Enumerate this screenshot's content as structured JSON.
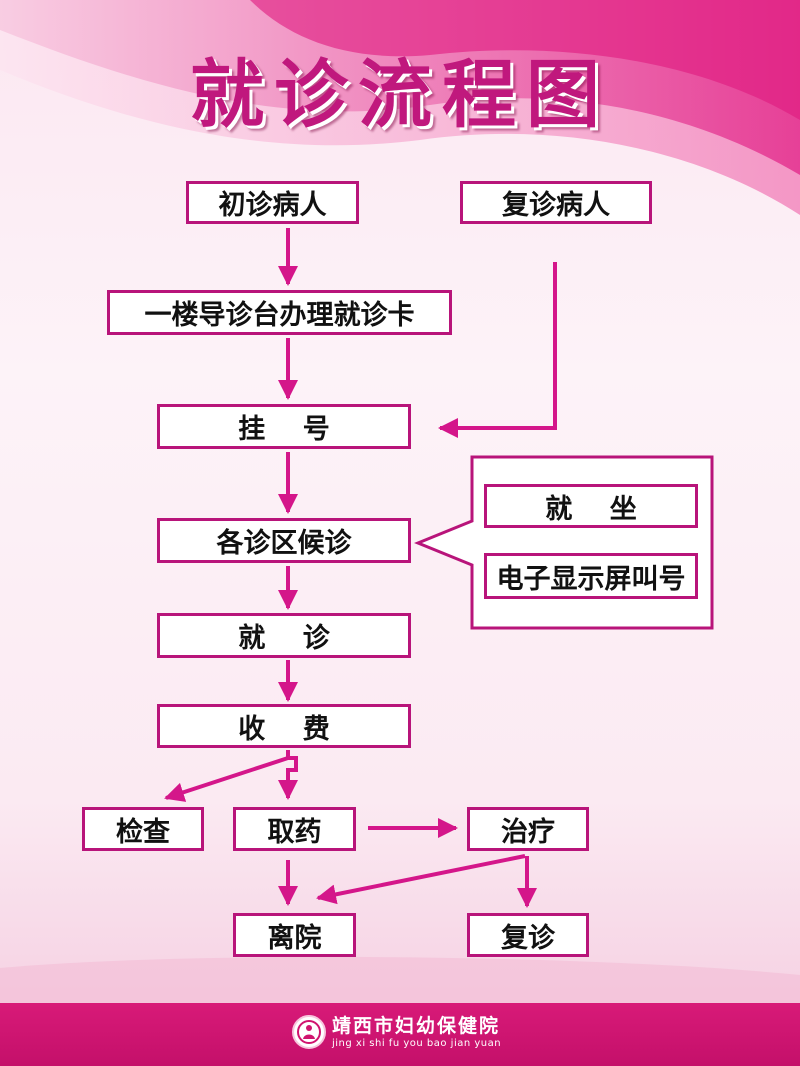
{
  "title": "就诊流程图",
  "nodes": {
    "first_visit": "初诊病人",
    "return_visit": "复诊病人",
    "card": "一楼导诊台办理就诊卡",
    "register": "挂    号",
    "wait": "各诊区候诊",
    "sit": "就    坐",
    "screen_call": "电子显示屏叫号",
    "consult": "就    诊",
    "pay": "收    费",
    "exam": "检查",
    "medicine": "取药",
    "treatment": "治疗",
    "leave": "离院",
    "followup": "复诊"
  },
  "footer": {
    "org_name": "靖西市妇幼保健院",
    "org_pinyin": "jing xi shi fu you bao jian yuan"
  },
  "colors": {
    "accent": "#c0187d",
    "border": "#b8147a",
    "footer": "#d0146f"
  }
}
